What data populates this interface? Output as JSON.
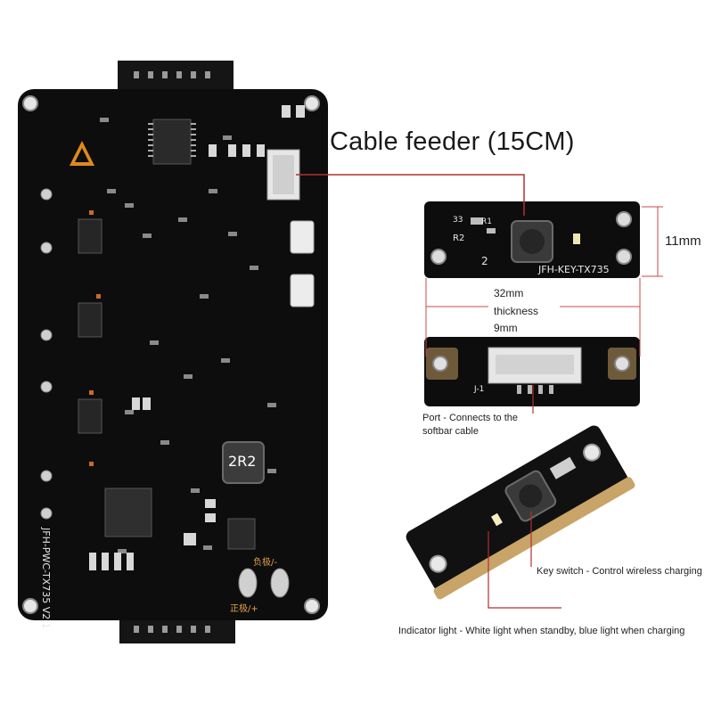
{
  "main_board": {
    "silkscreen": {
      "model": "JFH-PWC-TX735 V2.1",
      "inductor": "2R2",
      "negative": "负极/-",
      "positive": "正极/+"
    }
  },
  "key_board": {
    "silkscreen": {
      "model": "JFH-KEY-TX735",
      "r1": "R1",
      "r2": "R2",
      "r3": "33",
      "num_2": "2",
      "j1": "J-1"
    }
  },
  "annotations": {
    "cable_feeder": "Cable feeder (15CM)",
    "height": "11mm",
    "length": "32mm",
    "thickness_label": "thickness",
    "thickness_value": "9mm",
    "port_line1": "Port - Connects to the",
    "port_line2": "softbar cable",
    "key_switch": "Key switch - Control wireless charging",
    "indicator_light": "Indicator light - White light when standby, blue light when charging"
  },
  "colors": {
    "pcb": "#0d0d0d",
    "pad": "#c8c8c8",
    "callout_line": "#b03030",
    "dimension_line": "#c84848"
  }
}
